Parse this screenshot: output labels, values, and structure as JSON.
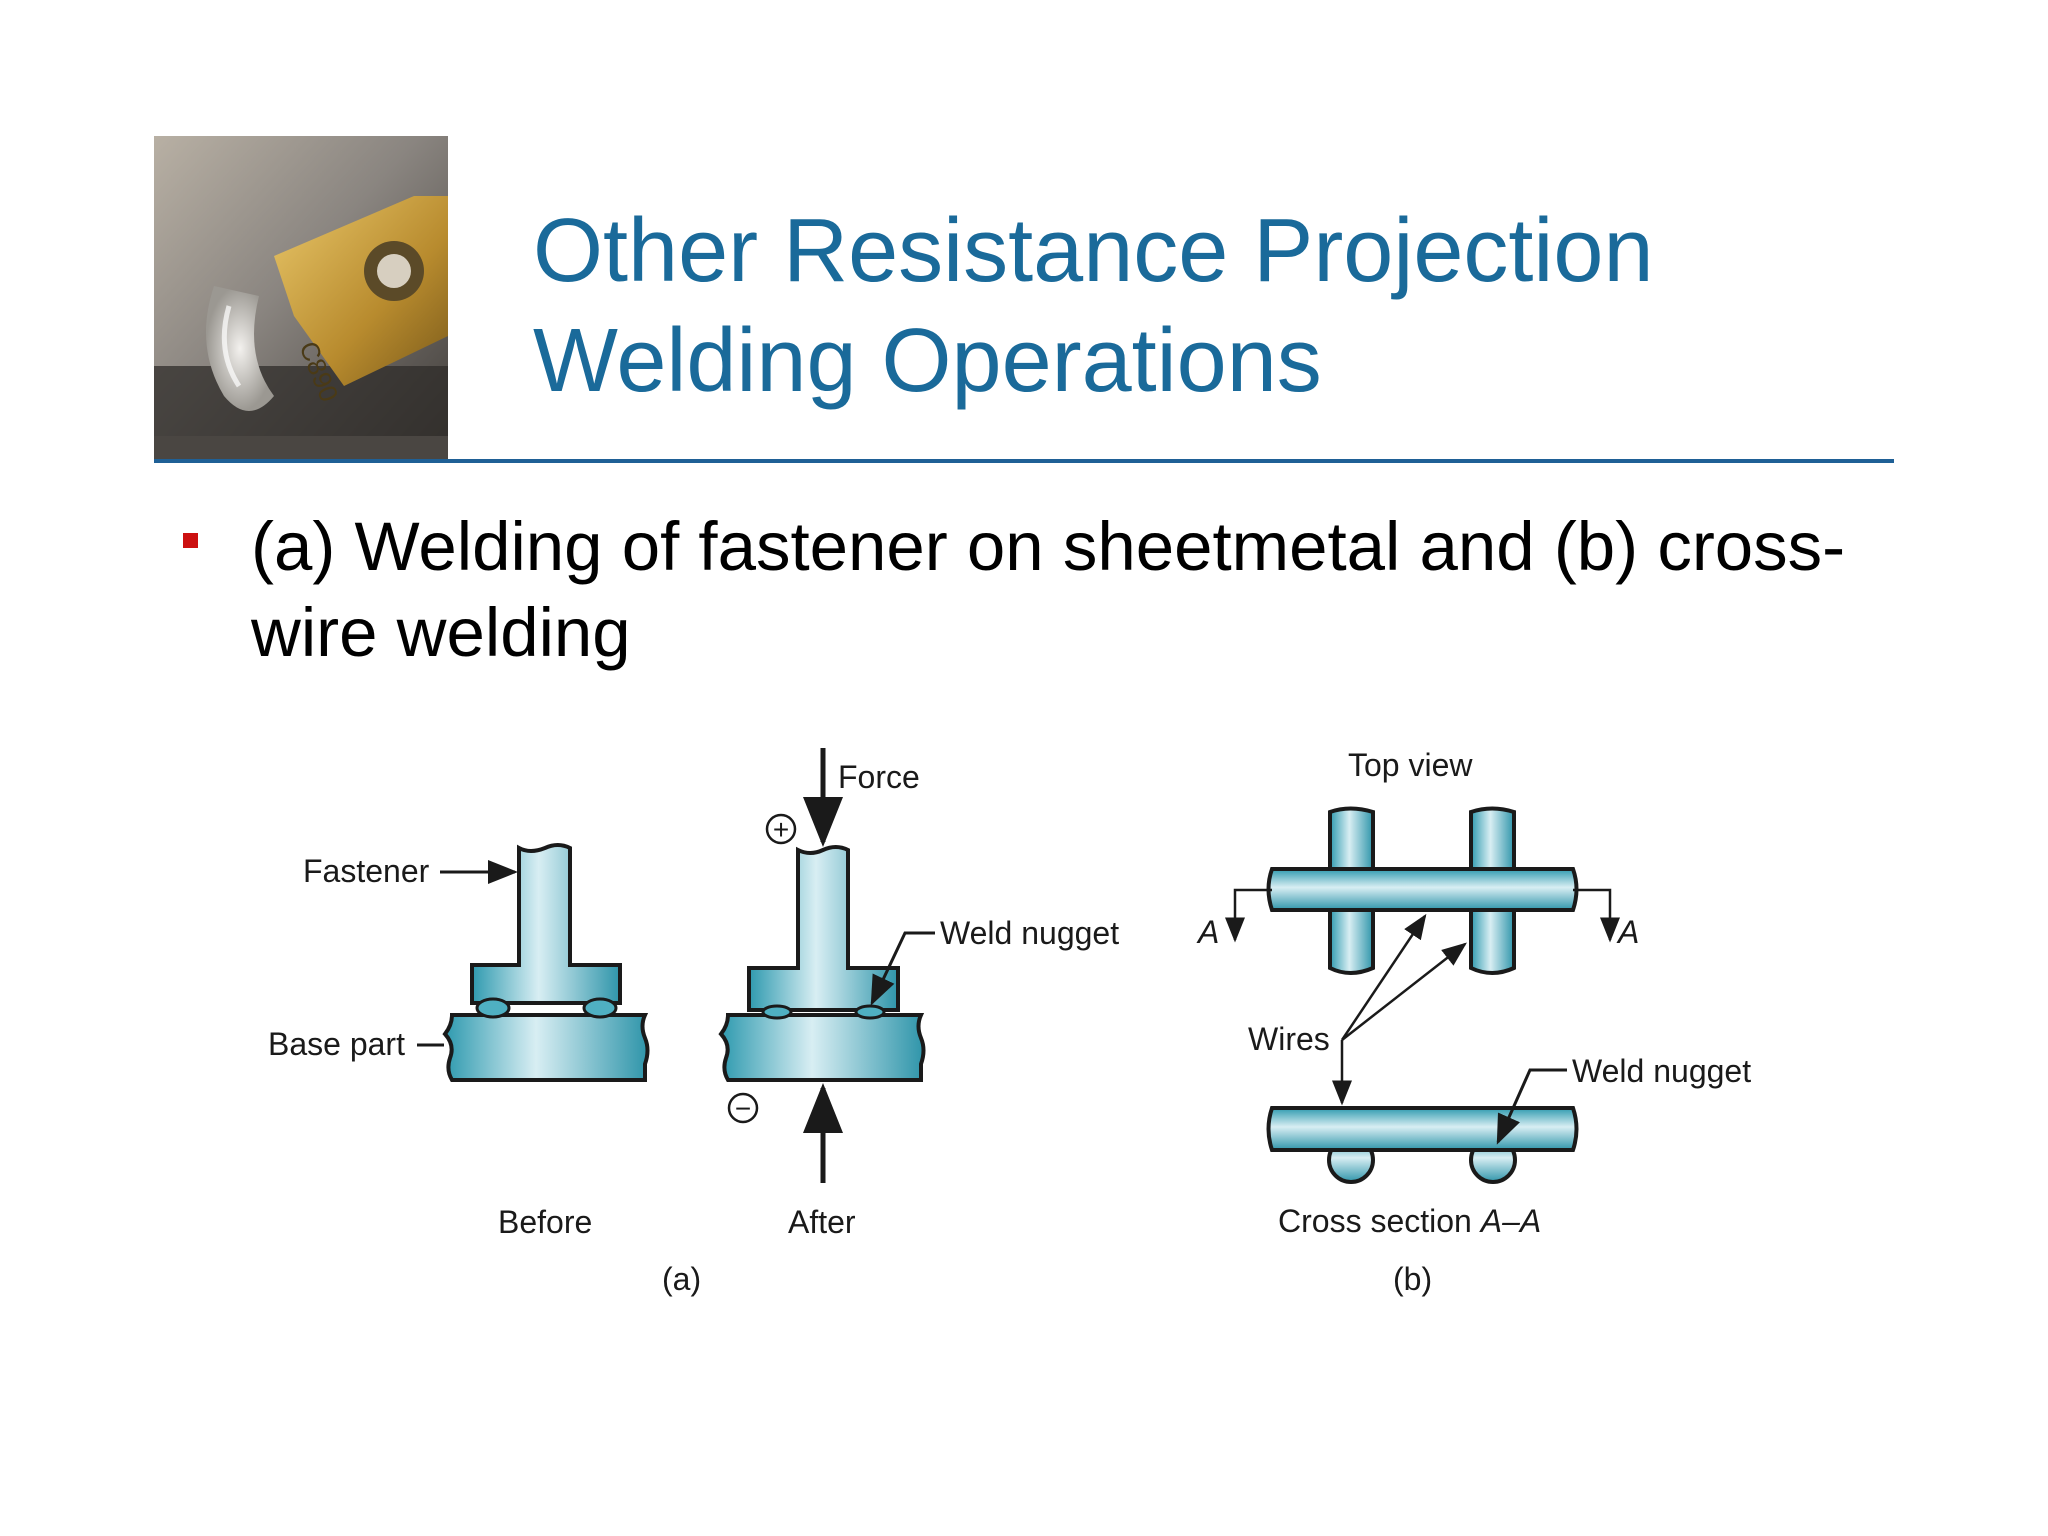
{
  "slide": {
    "title_line1": "Other Resistance Projection",
    "title_line2": "Welding Operations",
    "bullet_text": "(a) Welding of fastener on sheetmetal and (b) cross-wire welding",
    "photo_stamp_text": "C890"
  },
  "figure_a": {
    "fastener_label": "Fastener",
    "base_part_label": "Base part",
    "force_label": "Force",
    "weld_nugget_label": "Weld nugget",
    "plus_symbol": "+",
    "minus_symbol": "−",
    "before_label": "Before",
    "after_label": "After",
    "caption": "(a)"
  },
  "figure_b": {
    "top_view_label": "Top view",
    "section_marker": "A",
    "wires_label": "Wires",
    "weld_nugget_label": "Weld nugget",
    "cross_section_text": "Cross section ",
    "cross_section_italic": "A–A",
    "caption": "(b)"
  },
  "colors": {
    "title": "#1a6a9a",
    "rule": "#1f6096",
    "bullet": "#cc1010",
    "part_fill": "#4fb0c2",
    "part_outline": "#1a1a1a"
  }
}
